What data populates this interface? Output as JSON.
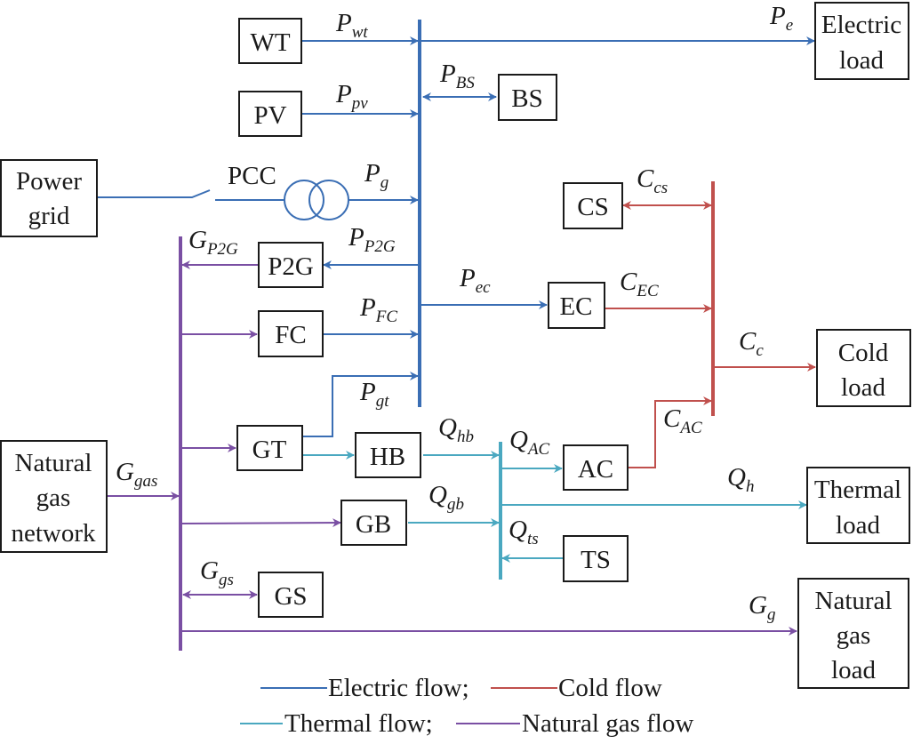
{
  "title": "Integrated energy system structure",
  "colors": {
    "electric": "#3a6eb4",
    "cold": "#c0504d",
    "thermal": "#4aa8c0",
    "gas": "#7a4fa3",
    "box_border": "#1a1a1a"
  },
  "boxes": {
    "wt": "WT",
    "pv": "PV",
    "bs": "BS",
    "power_grid": [
      "Power",
      "grid"
    ],
    "electric_load": [
      "Electric",
      "load"
    ],
    "p2g": "P2G",
    "fc": "FC",
    "cs": "CS",
    "ec": "EC",
    "cold_load": [
      "Cold",
      "load"
    ],
    "gt": "GT",
    "hb": "HB",
    "ac": "AC",
    "gb": "GB",
    "ts": "TS",
    "gs": "GS",
    "gas_network": [
      "Natural",
      "gas",
      "network"
    ],
    "thermal_load": [
      "Thermal",
      "load"
    ],
    "gas_load": [
      "Natural",
      "gas",
      "load"
    ]
  },
  "pcc_label": "PCC",
  "flows": {
    "p_wt": {
      "main": "P",
      "sub": "wt"
    },
    "p_e": {
      "main": "P",
      "sub": "e"
    },
    "p_pv": {
      "main": "P",
      "sub": "pv"
    },
    "p_bs": {
      "main": "P",
      "sub": "BS"
    },
    "p_g": {
      "main": "P",
      "sub": "g"
    },
    "g_p2g": {
      "main": "G",
      "sub": "P2G"
    },
    "p_p2g": {
      "main": "P",
      "sub": "P2G"
    },
    "p_fc": {
      "main": "P",
      "sub": "FC"
    },
    "p_ec": {
      "main": "P",
      "sub": "ec"
    },
    "p_gt": {
      "main": "P",
      "sub": "gt"
    },
    "c_cs": {
      "main": "C",
      "sub": "cs"
    },
    "c_ec": {
      "main": "C",
      "sub": "EC"
    },
    "c_c": {
      "main": "C",
      "sub": "c"
    },
    "c_ac": {
      "main": "C",
      "sub": "AC"
    },
    "g_gas": {
      "main": "G",
      "sub": "gas"
    },
    "q_hb": {
      "main": "Q",
      "sub": "hb"
    },
    "q_ac": {
      "main": "Q",
      "sub": "AC"
    },
    "q_gb": {
      "main": "Q",
      "sub": "gb"
    },
    "q_h": {
      "main": "Q",
      "sub": "h"
    },
    "q_ts": {
      "main": "Q",
      "sub": "ts"
    },
    "g_gs": {
      "main": "G",
      "sub": "gs"
    },
    "g_g": {
      "main": "G",
      "sub": "g"
    }
  },
  "legend": [
    {
      "label": "Electric flow;",
      "color": "#3a6eb4"
    },
    {
      "label": "Cold flow",
      "color": "#c0504d"
    },
    {
      "label": "Thermal flow;",
      "color": "#4aa8c0"
    },
    {
      "label": "Natural gas flow",
      "color": "#7a4fa3"
    }
  ]
}
